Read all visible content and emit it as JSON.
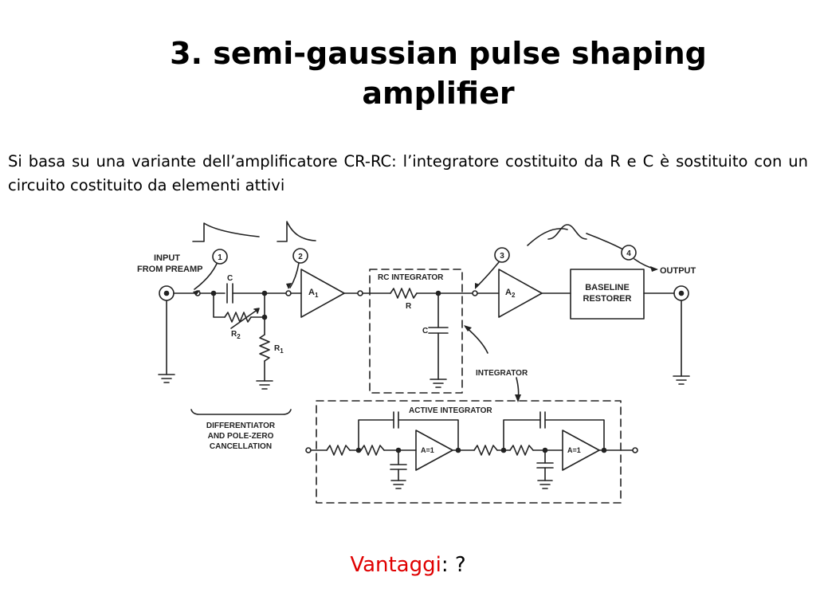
{
  "slide": {
    "title_line1": "3. semi-gaussian pulse shaping",
    "title_line2": "amplifier",
    "description": "Si basa su una variante dell’amplificatore CR-RC: l’integratore costituito da R e C è sostituito con un circuito costituito da elementi attivi",
    "footer": {
      "emphasis": "Vantaggi",
      "rest": ": ?"
    }
  },
  "colors": {
    "emphasis": "#e00000",
    "line": "#222222"
  },
  "diagram": {
    "input_label_1": "INPUT",
    "input_label_2": "FROM PREAMP",
    "output_label": "OUTPUT",
    "capacitor_c": "C",
    "resistor_r2": "R",
    "resistor_r2_sub": "2",
    "resistor_r1": "R",
    "resistor_r1_sub": "1",
    "amp_a1": "A",
    "amp_a1_sub": "1",
    "amp_a2": "A",
    "amp_a2_sub": "2",
    "rc_integrator": "RC INTEGRATOR",
    "rc_resistor": "R",
    "rc_capacitor": "C",
    "baseline_1": "BASELINE",
    "baseline_2": "RESTORER",
    "integrator_label": "INTEGRATOR",
    "active_integrator": "ACTIVE INTEGRATOR",
    "unity_amp_1": "A=1",
    "unity_amp_2": "A=1",
    "diff_line1": "DIFFERENTIATOR",
    "diff_line2": "AND POLE-ZERO",
    "diff_line3": "CANCELLATION",
    "callouts": [
      "1",
      "2",
      "3",
      "4"
    ]
  }
}
